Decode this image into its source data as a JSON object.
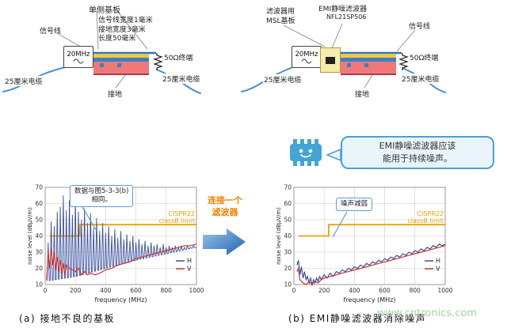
{
  "setup_a": {
    "board_label": "单侧基板",
    "specs": [
      "信号线宽度1毫米",
      "接地宽度3毫米",
      "长度50毫米"
    ],
    "signal_label": "信号线",
    "oscillator": "20MHz",
    "termination": "50Ω终端",
    "cable_left": "25厘米电缆",
    "cable_right": "25厘米电缆",
    "ground": "接地"
  },
  "setup_b": {
    "msl_label_1": "滤波器用",
    "msl_label_2": "MSL基板",
    "filter_label": "EMI静噪滤波器",
    "filter_part": "NFL21SP506",
    "signal_label": "信号线",
    "oscillator": "20MHz",
    "termination": "50Ω终端",
    "cable_left": "25厘米电缆",
    "cable_right": "25厘米电缆",
    "ground": "接地"
  },
  "callout": {
    "line1": "EMI静噪滤波器应该",
    "line2": "能用于持续噪声。"
  },
  "transition": {
    "label_1": "连接一个",
    "label_2": "滤波器"
  },
  "annotations": {
    "chart_a_1": "数据与图5-3-3(b)",
    "chart_a_2": "相同。",
    "chart_b": "噪声减弱"
  },
  "captions": {
    "a": "(a) 接地不良的基板",
    "b": "(b) EMI静噪滤波器消除噪声"
  },
  "watermark": "www.cntronics.com",
  "accent_colors": {
    "limit_orange": "#f0a000",
    "series_h_blue": "#3a4f9b",
    "series_v_red": "#cc3333",
    "cable_blue": "#4a90cf"
  },
  "chart_data": [
    {
      "id": "chartA",
      "type": "line",
      "xlabel": "frequency (MHz)",
      "ylabel": "noise level (dBμV/m)",
      "xlim": [
        0,
        1000
      ],
      "ylim": [
        10,
        70
      ],
      "xticks": [
        0,
        200,
        400,
        600,
        800,
        1000
      ],
      "yticks": [
        10,
        20,
        30,
        40,
        50,
        60,
        70
      ],
      "grid": true,
      "legend_position": "lower right",
      "limit": {
        "name": "CISPR22 classB limit",
        "label_lines": [
          "CISPR22",
          "classB limit"
        ],
        "color": "#f0a000",
        "points": [
          [
            30,
            40
          ],
          [
            230,
            40
          ],
          [
            230,
            47
          ],
          [
            1000,
            47
          ]
        ]
      },
      "series": [
        {
          "name": "H",
          "color": "#3a4f9b",
          "style": "spikes",
          "spike_halfwidth": 7,
          "base": [
            [
              0,
              12
            ],
            [
              200,
              15
            ],
            [
              400,
              20
            ],
            [
              600,
              25
            ],
            [
              800,
              29
            ],
            [
              1000,
              33
            ]
          ],
          "peaks": [
            [
              20,
              36
            ],
            [
              40,
              49
            ],
            [
              60,
              46
            ],
            [
              80,
              55
            ],
            [
              100,
              58
            ],
            [
              120,
              65
            ],
            [
              140,
              56
            ],
            [
              160,
              62
            ],
            [
              180,
              53
            ],
            [
              200,
              64
            ],
            [
              220,
              55
            ],
            [
              240,
              50
            ],
            [
              260,
              57
            ],
            [
              280,
              48
            ],
            [
              300,
              54
            ],
            [
              320,
              45
            ],
            [
              340,
              51
            ],
            [
              360,
              43
            ],
            [
              380,
              48
            ],
            [
              400,
              42
            ],
            [
              420,
              46
            ],
            [
              440,
              40
            ],
            [
              460,
              44
            ],
            [
              480,
              39
            ],
            [
              500,
              43
            ],
            [
              520,
              38
            ],
            [
              540,
              41
            ],
            [
              560,
              37
            ],
            [
              580,
              40
            ],
            [
              600,
              36
            ],
            [
              620,
              38
            ],
            [
              640,
              35
            ],
            [
              660,
              37
            ],
            [
              680,
              34
            ],
            [
              700,
              36
            ],
            [
              720,
              34
            ],
            [
              740,
              35
            ],
            [
              760,
              33
            ],
            [
              780,
              35
            ],
            [
              800,
              33
            ],
            [
              820,
              34
            ],
            [
              840,
              33
            ],
            [
              860,
              34
            ],
            [
              880,
              33
            ],
            [
              900,
              34
            ],
            [
              920,
              33
            ],
            [
              940,
              34
            ],
            [
              960,
              33
            ],
            [
              980,
              34
            ],
            [
              1000,
              33
            ]
          ]
        },
        {
          "name": "V",
          "color": "#cc3333",
          "style": "line",
          "points": [
            [
              10,
              13
            ],
            [
              20,
              30
            ],
            [
              30,
              20
            ],
            [
              40,
              33
            ],
            [
              50,
              22
            ],
            [
              60,
              30
            ],
            [
              70,
              19
            ],
            [
              80,
              27
            ],
            [
              90,
              18
            ],
            [
              100,
              25
            ],
            [
              110,
              17
            ],
            [
              120,
              23
            ],
            [
              130,
              16
            ],
            [
              140,
              22
            ],
            [
              160,
              20
            ],
            [
              180,
              19
            ],
            [
              200,
              18
            ],
            [
              220,
              20
            ],
            [
              240,
              16
            ],
            [
              260,
              18
            ],
            [
              280,
              16
            ],
            [
              300,
              17
            ],
            [
              330,
              16
            ],
            [
              360,
              17
            ],
            [
              400,
              19
            ],
            [
              440,
              20
            ],
            [
              480,
              22
            ],
            [
              520,
              23
            ],
            [
              560,
              24
            ],
            [
              600,
              26
            ],
            [
              640,
              27
            ],
            [
              680,
              28
            ],
            [
              720,
              29
            ],
            [
              760,
              30
            ],
            [
              800,
              31
            ],
            [
              840,
              32
            ],
            [
              880,
              33
            ],
            [
              920,
              34
            ],
            [
              960,
              34
            ],
            [
              1000,
              35
            ]
          ]
        }
      ]
    },
    {
      "id": "chartB",
      "type": "line",
      "xlabel": "frequency (MHz)",
      "ylabel": "noise level (dBμV/m)",
      "xlim": [
        0,
        1000
      ],
      "ylim": [
        10,
        70
      ],
      "xticks": [
        0,
        200,
        400,
        600,
        800,
        1000
      ],
      "yticks": [
        10,
        20,
        30,
        40,
        50,
        60,
        70
      ],
      "grid": true,
      "legend_position": "lower right",
      "limit": {
        "name": "CISPR22 classB limit",
        "label_lines": [
          "CISPR22",
          "classB limit"
        ],
        "color": "#f0a000",
        "points": [
          [
            30,
            40
          ],
          [
            230,
            40
          ],
          [
            230,
            47
          ],
          [
            1000,
            47
          ]
        ]
      },
      "series": [
        {
          "name": "H",
          "color": "#3a4f9b",
          "style": "line",
          "points": [
            [
              20,
              22
            ],
            [
              30,
              25
            ],
            [
              40,
              16
            ],
            [
              50,
              21
            ],
            [
              60,
              14
            ],
            [
              70,
              18
            ],
            [
              80,
              13
            ],
            [
              90,
              15
            ],
            [
              100,
              11
            ],
            [
              110,
              14
            ],
            [
              120,
              10
            ],
            [
              130,
              13
            ],
            [
              140,
              11
            ],
            [
              150,
              14
            ],
            [
              160,
              12
            ],
            [
              170,
              15
            ],
            [
              180,
              13
            ],
            [
              200,
              16
            ],
            [
              220,
              14
            ],
            [
              240,
              17
            ],
            [
              260,
              15
            ],
            [
              280,
              18
            ],
            [
              300,
              17
            ],
            [
              320,
              19
            ],
            [
              340,
              18
            ],
            [
              360,
              20
            ],
            [
              380,
              19
            ],
            [
              400,
              21
            ],
            [
              420,
              20
            ],
            [
              440,
              22
            ],
            [
              460,
              21
            ],
            [
              480,
              23
            ],
            [
              500,
              22
            ],
            [
              520,
              24
            ],
            [
              540,
              23
            ],
            [
              560,
              25
            ],
            [
              580,
              24
            ],
            [
              600,
              26
            ],
            [
              620,
              25
            ],
            [
              640,
              27
            ],
            [
              660,
              26
            ],
            [
              680,
              28
            ],
            [
              700,
              27
            ],
            [
              720,
              29
            ],
            [
              740,
              28
            ],
            [
              760,
              30
            ],
            [
              780,
              29
            ],
            [
              800,
              31
            ],
            [
              820,
              30
            ],
            [
              840,
              32
            ],
            [
              860,
              31
            ],
            [
              880,
              33
            ],
            [
              900,
              32
            ],
            [
              920,
              34
            ],
            [
              940,
              33
            ],
            [
              960,
              35
            ],
            [
              980,
              34
            ],
            [
              1000,
              35
            ]
          ]
        },
        {
          "name": "V",
          "color": "#cc3333",
          "style": "line",
          "points": [
            [
              20,
              18
            ],
            [
              30,
              20
            ],
            [
              40,
              13
            ],
            [
              60,
              11
            ],
            [
              80,
              10
            ],
            [
              100,
              12
            ],
            [
              120,
              10
            ],
            [
              140,
              12
            ],
            [
              160,
              11
            ],
            [
              180,
              13
            ],
            [
              200,
              14
            ],
            [
              240,
              15
            ],
            [
              280,
              16
            ],
            [
              320,
              17
            ],
            [
              360,
              18
            ],
            [
              400,
              19
            ],
            [
              440,
              20
            ],
            [
              480,
              21
            ],
            [
              520,
              22
            ],
            [
              560,
              23
            ],
            [
              600,
              24
            ],
            [
              640,
              25
            ],
            [
              680,
              26
            ],
            [
              720,
              27
            ],
            [
              760,
              28
            ],
            [
              800,
              29
            ],
            [
              840,
              30
            ],
            [
              880,
              31
            ],
            [
              920,
              32
            ],
            [
              960,
              33
            ],
            [
              1000,
              34
            ]
          ]
        }
      ]
    }
  ]
}
